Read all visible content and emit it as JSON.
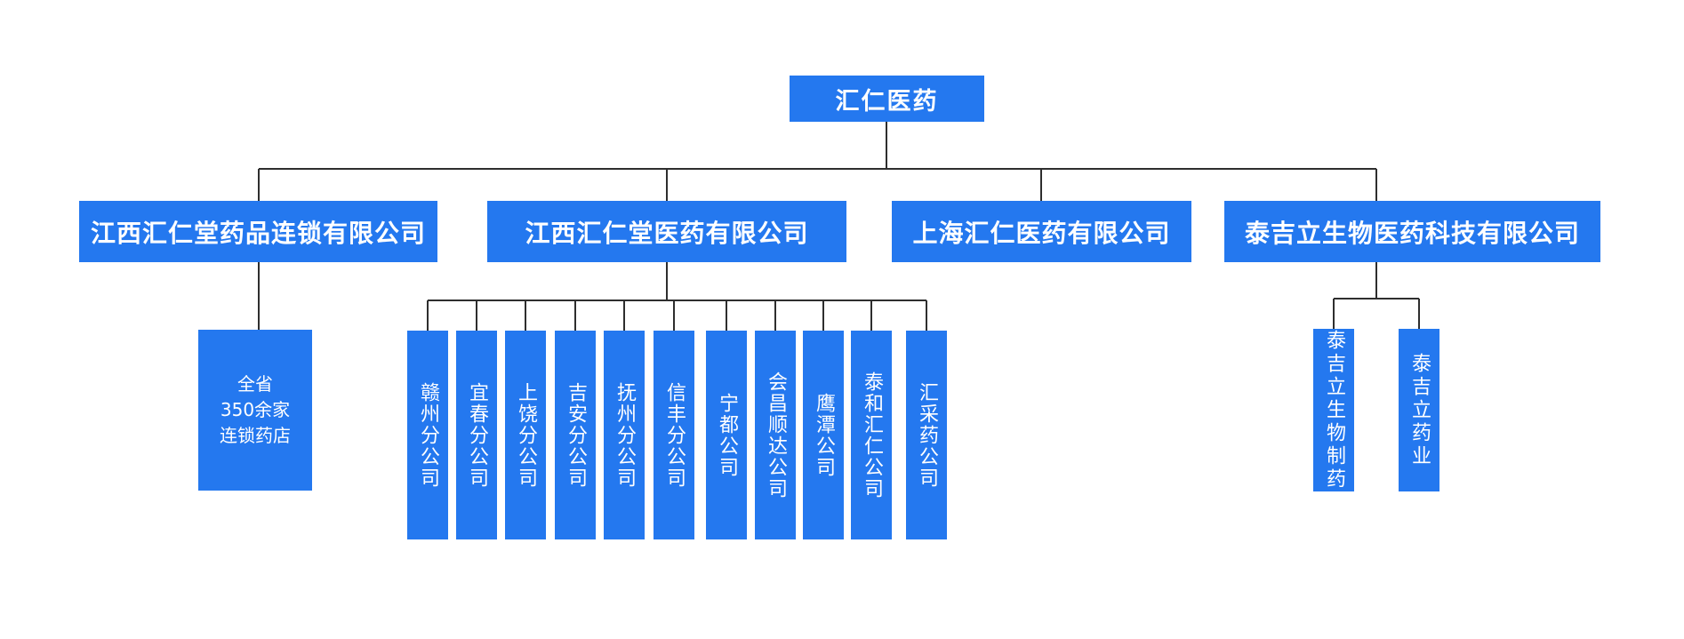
{
  "org": {
    "root": "汇仁医药",
    "level2": [
      "江西汇仁堂药品连锁有限公司",
      "江西汇仁堂医药有限公司",
      "上海汇仁医药有限公司",
      "泰吉立生物医药科技有限公司"
    ],
    "retail_child_lines": [
      "全省",
      "350余家",
      "连锁药店"
    ],
    "jx_medicine_children": [
      "赣州分公司",
      "宜春分公司",
      "上饶分公司",
      "吉安分公司",
      "抚州分公司",
      "信丰分公司",
      "宁都公司",
      "会昌顺达公司",
      "鹰潭公司",
      "泰和汇仁公司",
      "汇采药公司"
    ],
    "taijili_children": [
      "泰吉立生物制药",
      "泰吉立药业"
    ]
  },
  "colors": {
    "node_fill": "#2478EF",
    "node_text": "#FFFFFF",
    "connector": "#2E2E2E",
    "background": "#FFFFFF"
  }
}
